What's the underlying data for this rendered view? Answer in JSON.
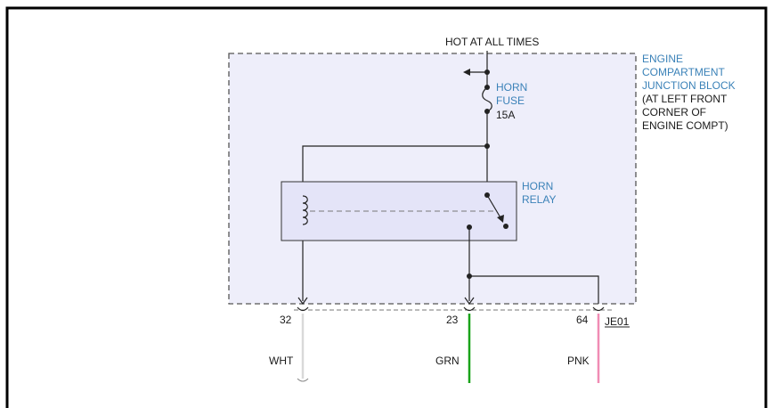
{
  "supply": {
    "label": "HOT AT ALL TIMES"
  },
  "junction_block": {
    "name_lines": [
      "ENGINE",
      "COMPARTMENT",
      "JUNCTION BLOCK"
    ],
    "location_lines": [
      "(AT LEFT FRONT",
      "CORNER OF",
      "ENGINE COMPT)"
    ]
  },
  "fuse": {
    "name_lines": [
      "HORN",
      "FUSE"
    ],
    "rating": "15A"
  },
  "relay": {
    "name_lines": [
      "HORN",
      "RELAY"
    ]
  },
  "connector": {
    "id": "JE01"
  },
  "pins": [
    {
      "number": "32",
      "wire_color": "WHT",
      "hex": "#d9d9d9"
    },
    {
      "number": "23",
      "wire_color": "GRN",
      "hex": "#19a319"
    },
    {
      "number": "64",
      "wire_color": "PNK",
      "hex": "#f08cb4"
    }
  ],
  "colors": {
    "block_fill": "#eeeefa",
    "relay_fill": "#e4e4f8",
    "label_blue": "#3b82b8"
  }
}
